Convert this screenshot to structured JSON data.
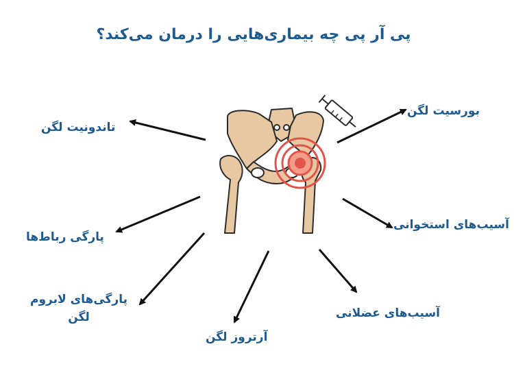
{
  "title": "پی آر پی چه بیماری‌هایی را درمان می‌کند؟",
  "labels": {
    "bursitis": "بورسیت لگن",
    "tendonitis": "تاندونیت لگن",
    "bone_injuries": "آسیب‌های استخوانی",
    "ligament_tears": "پارگی رباط‌ها",
    "labrum_tears": "پارگی‌های لابروم لگن",
    "muscle_injuries": "آسیب‌های عضلانی",
    "arthrosis": "آرتروز لگن"
  },
  "colors": {
    "text": "#1c5a8f",
    "bone": "#e8c7a3",
    "bone_outline": "#2b2b2b",
    "target": "#e2534a"
  },
  "icons": [
    "pelvis-illustration",
    "syringe-icon",
    "pain-target-icon"
  ]
}
